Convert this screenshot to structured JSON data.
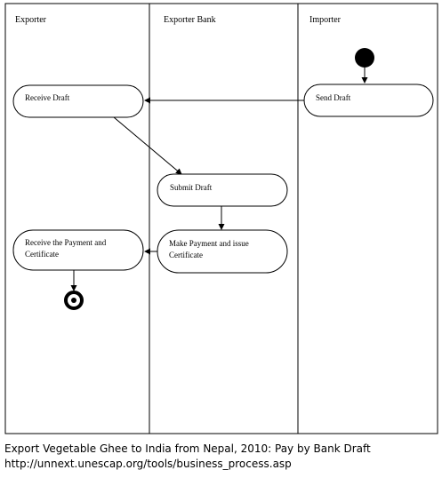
{
  "lanes": {
    "exporter": "Exporter",
    "exporter_bank": "Exporter Bank",
    "importer": "Importer"
  },
  "activities": {
    "send_draft": "Send Draft",
    "receive_draft": "Receive Draft",
    "submit_draft": "Submit Draft",
    "make_payment": [
      "Make Payment and issue",
      "Certificate"
    ],
    "receive_payment": [
      "Receive the Payment and",
      "Certificate"
    ]
  },
  "caption": {
    "line1": "Export Vegetable Ghee to India from Nepal, 2010: Pay by Bank Draft",
    "line2": "http://unnext.unescap.org/tools/business_process.asp"
  }
}
